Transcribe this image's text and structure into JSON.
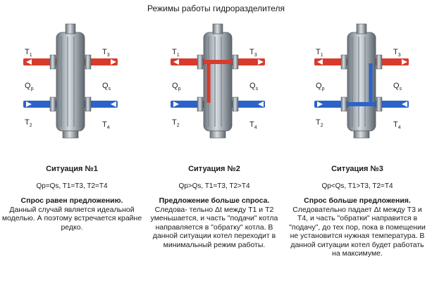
{
  "title": "Режимы работы гидроразделителя",
  "diagram_labels": {
    "t1": "T1",
    "t2": "T2",
    "t3": "T3",
    "t4": "T4",
    "qp": "Qp",
    "qs": "Qs"
  },
  "situations": [
    {
      "heading": "Ситуация №1",
      "formula": "Qp=Qs, T1=T3, T2=T4",
      "lead": "Спрос равен предложению.",
      "text": "Данный случай является идеальной моделью. А поэтому встречается крайне редко."
    },
    {
      "heading": "Ситуация №2",
      "formula": "Qp>Qs, T1=T3, T2>T4",
      "lead": "Предложение больше спроса.",
      "text": "Следова- тельно Δt между T1 и T2 уменьшается, и часть \"подачи\" котла направляется в \"обратку\" котла. В данной ситуации котел переходит в минимальный режим работы."
    },
    {
      "heading": "Ситуация №3",
      "formula": "Qp<Qs, T1>T3, T2=T4",
      "lead": "Спрос больше предложения.",
      "text": "Следовательно падает Δt между T3 и T4, и часть \"обратки\" направится в \"подачу\", до тех пор, пока в помещении не установится нужная температура. В данной ситуации котел будет работать на максимуме."
    }
  ],
  "colors": {
    "hot": "#d93a2b",
    "cold": "#2b63c9",
    "steel": "#9ea7b0"
  }
}
